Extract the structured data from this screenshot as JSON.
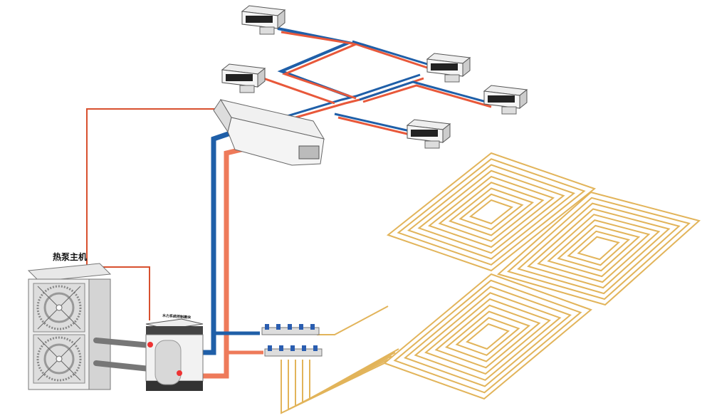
{
  "labels": {
    "heat_pump_unit": "热泵主机",
    "hydraulic_module": "水力系统控制模块"
  },
  "colors": {
    "supply_pipe": "#e8583a",
    "return_pipe": "#1f5fa8",
    "floor_coil": "#e2b45a",
    "control_line": "#d8502e"
  },
  "components": {
    "fan_coil_units": 5,
    "floor_heating_zones": 3,
    "manifold_ports": 5
  }
}
